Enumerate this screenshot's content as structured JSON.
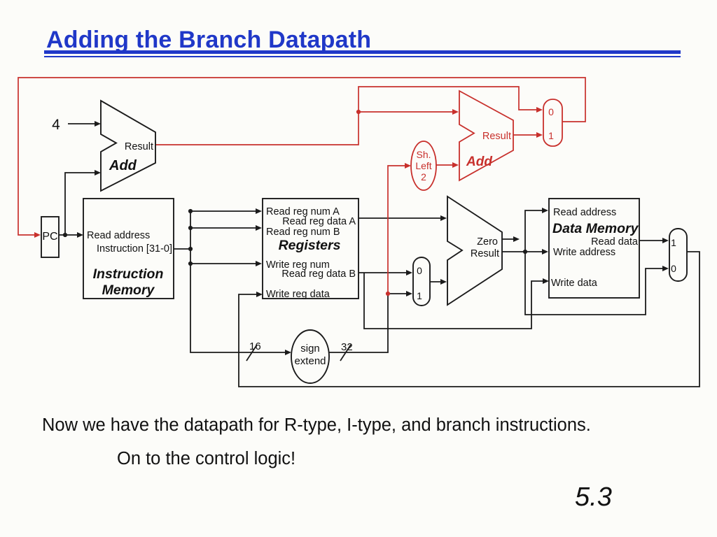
{
  "colors": {
    "accent_blue": "#2038c8",
    "wire_red": "#c8302c",
    "ink": "#1b1b1b",
    "background": "#fcfcf9"
  },
  "title": "Adding the Branch Datapath",
  "footer": {
    "line1": "Now we have the datapath for R-type, I-type, and branch instructions.",
    "line2": "On to the control logic!",
    "page": "5.3"
  },
  "diagram": {
    "pc": {
      "label": "PC"
    },
    "adder1": {
      "input_const": "4",
      "result": "Result",
      "label": "Add"
    },
    "instruction_memory": {
      "read_address": "Read address",
      "instruction_out": "Instruction [31-0]",
      "title1": "Instruction",
      "title2": "Memory"
    },
    "registers": {
      "read_reg_num_a": "Read reg num A",
      "read_reg_data_a": "Read reg data A",
      "read_reg_num_b": "Read reg num B",
      "title": "Registers",
      "write_reg_num": "Write reg num",
      "read_reg_data_b": "Read reg data B",
      "write_reg_data": "Write reg data"
    },
    "sign_extend": {
      "line1": "sign",
      "line2": "extend",
      "in_width": "16",
      "out_width": "32"
    },
    "shift_left": {
      "line1": "Sh.",
      "line2": "Left",
      "line3": "2"
    },
    "adder2": {
      "result": "Result",
      "label": "Add"
    },
    "alu": {
      "zero": "Zero",
      "result": "Result"
    },
    "data_memory": {
      "read_address": "Read address",
      "title": "Data Memory",
      "read_data": "Read data",
      "write_address": "Write address",
      "write_data": "Write data"
    },
    "mux_pc": {
      "in0": "0",
      "in1": "1"
    },
    "mux_alu": {
      "in0": "0",
      "in1": "1"
    },
    "mux_wb": {
      "in1": "1",
      "in0": "0"
    }
  }
}
